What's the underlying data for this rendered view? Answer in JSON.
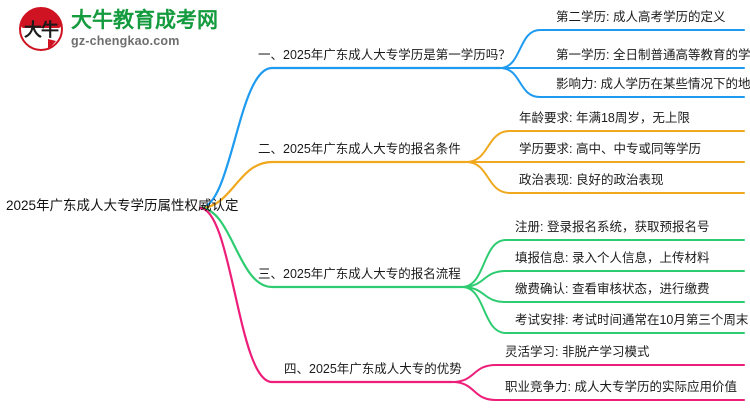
{
  "logo": {
    "seal_text": "大牛",
    "brand_name": "大牛教育成考网",
    "domain": "gz-chengkao.com",
    "brand_color": "#149b3e",
    "seal_color": "#cf1322"
  },
  "mindmap": {
    "root": {
      "label": "2025年广东成人大专学历属性权威认定"
    },
    "branches": [
      {
        "id": "branch-1",
        "label": "一、2025年广东成人大专学历是第一学历吗？",
        "color": "#1e9bf0",
        "children": [
          {
            "label": "第二学历: 成人高考学历的定义"
          },
          {
            "label": "第一学历: 全日制普通高等教育的学历"
          },
          {
            "label": "影响力: 成人学历在某些情况下的地位"
          }
        ]
      },
      {
        "id": "branch-2",
        "label": "二、2025年广东成人大专的报名条件",
        "color": "#f0a81e",
        "children": [
          {
            "label": "年龄要求: 年满18周岁，无上限"
          },
          {
            "label": "学历要求: 高中、中专或同等学历"
          },
          {
            "label": "政治表现: 良好的政治表现"
          }
        ]
      },
      {
        "id": "branch-3",
        "label": "三、2025年广东成人大专的报名流程",
        "color": "#2ecc71",
        "children": [
          {
            "label": "注册: 登录报名系统，获取预报名号"
          },
          {
            "label": "填报信息: 录入个人信息，上传材料"
          },
          {
            "label": "缴费确认: 查看审核状态，进行缴费"
          },
          {
            "label": "考试安排: 考试时间通常在10月第三个周末"
          }
        ]
      },
      {
        "id": "branch-4",
        "label": "四、2025年广东成人大专的优势",
        "color": "#ed1e79",
        "children": [
          {
            "label": "灵活学习: 非脱产学习模式"
          },
          {
            "label": "职业竞争力: 成人大专学历的实际应用价值"
          }
        ]
      }
    ]
  }
}
